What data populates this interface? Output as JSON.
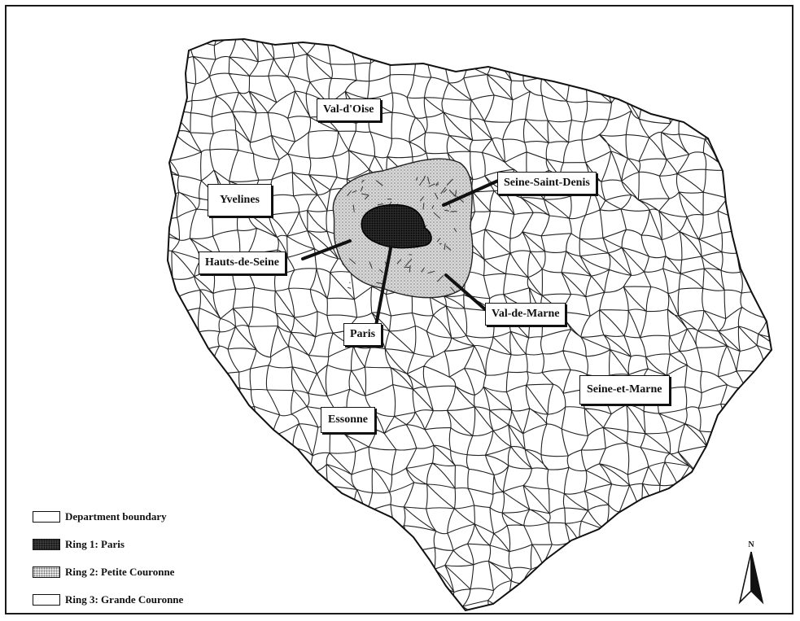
{
  "map": {
    "departments": {
      "val_d_oise": "Val-d'Oise",
      "yvelines": "Yvelines",
      "seine_saint_denis": "Seine-Saint-Denis",
      "hauts_de_seine": "Hauts-de-Seine",
      "val_de_marne": "Val-de-Marne",
      "paris": "Paris",
      "seine_et_marne": "Seine-et-Marne",
      "essonne": "Essonne"
    },
    "legend": [
      {
        "label": "Department boundary",
        "pattern": "plain"
      },
      {
        "label": "Ring 1: Paris",
        "pattern": "dark"
      },
      {
        "label": "Ring 2: Petite Couronne",
        "pattern": "light"
      },
      {
        "label": "Ring 3: Grande Couronne",
        "pattern": "plain"
      }
    ],
    "north_label": "N",
    "colors": {
      "ink": "#111111",
      "paper": "#ffffff",
      "ring1": "#1a1a1a",
      "ring2": "#c8c8c8"
    }
  }
}
